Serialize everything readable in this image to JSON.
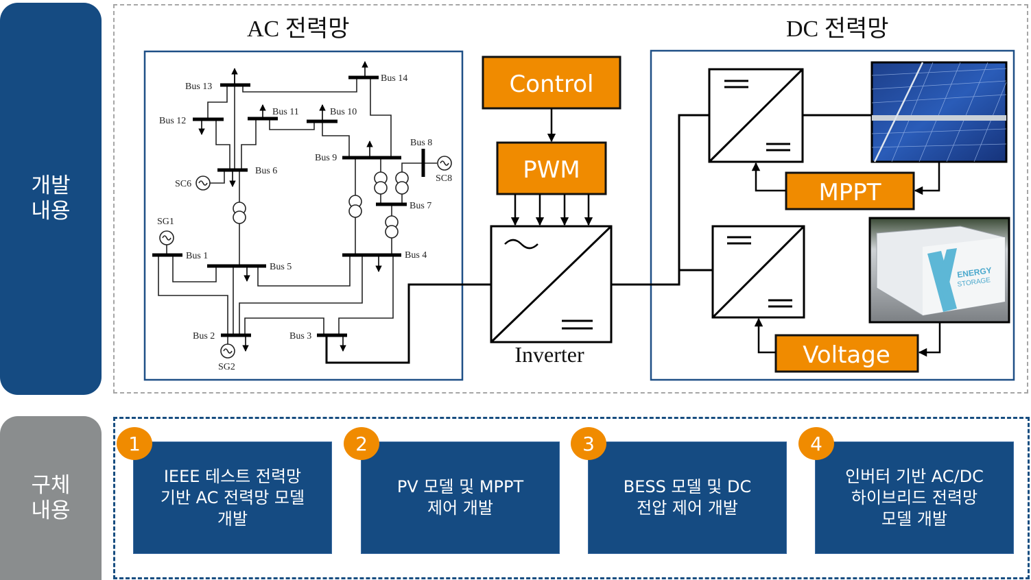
{
  "side_tabs": {
    "development": "개발\n내용",
    "details": "구체\n내용"
  },
  "sections": {
    "ac_title": "AC 전력망",
    "dc_title": "DC 전력망"
  },
  "ac_grid": {
    "buses": [
      "Bus 1",
      "Bus 2",
      "Bus 3",
      "Bus 4",
      "Bus 5",
      "Bus 6",
      "Bus 7",
      "Bus 8",
      "Bus 9",
      "Bus 10",
      "Bus 11",
      "Bus 12",
      "Bus 13",
      "Bus 14"
    ],
    "generators": [
      "SG1",
      "SG2",
      "SC6",
      "SC8"
    ]
  },
  "blocks": {
    "control": "Control",
    "pwm": "PWM",
    "inverter": "Inverter",
    "mppt": "MPPT",
    "voltage": "Voltage"
  },
  "images": {
    "pv": "solar-panel-photo",
    "bess": "energy-storage-container-photo",
    "bess_text": "ENERGY STORAGE"
  },
  "colors": {
    "navy": "#154b82",
    "orange": "#f08b00",
    "gray": "#8a8d8e"
  },
  "details": [
    {
      "num": "1",
      "text": "IEEE 테스트 전력망\n기반 AC 전력망 모델\n개발"
    },
    {
      "num": "2",
      "text": "PV 모델 및 MPPT\n제어 개발"
    },
    {
      "num": "3",
      "text": "BESS 모델 및 DC\n전압 제어 개발"
    },
    {
      "num": "4",
      "text": "인버터 기반 AC/DC\n하이브리드 전력망\n모델 개발"
    }
  ]
}
